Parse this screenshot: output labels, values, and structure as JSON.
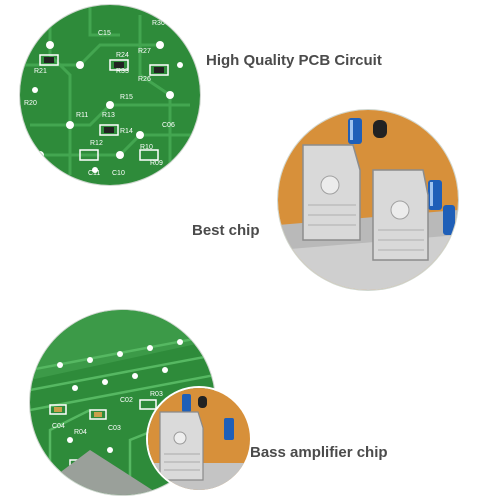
{
  "captions": {
    "pcb": "High Quality PCB Circuit",
    "chip": "Best chip",
    "bass": "Bass amplifier chip"
  },
  "pcb_labels": [
    "C15",
    "R24",
    "R33",
    "R30",
    "R27",
    "R26",
    "R20",
    "R21",
    "R11",
    "R13",
    "R15",
    "R14",
    "R12",
    "C06",
    "R10",
    "C11",
    "C10",
    "R09"
  ],
  "pcb_labels_lower": [
    "C04",
    "R04",
    "C03",
    "C02",
    "R03"
  ],
  "colors": {
    "pcb_green": "#2e8b3a",
    "pcb_dark": "#1f6e2b",
    "trace": "#3aa14a",
    "silkscreen": "#ffffff",
    "board_orange": "#d7903a",
    "heatsink": "#c9c9c9",
    "capacitor_blue": "#1f5fb8",
    "caption_text": "#4b4b4b"
  }
}
